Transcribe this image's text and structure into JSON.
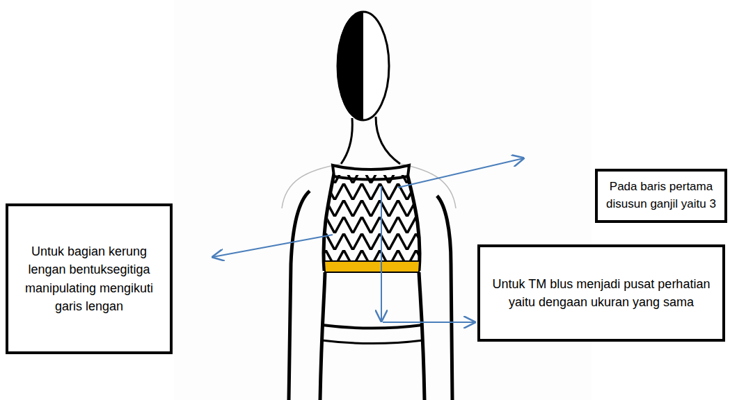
{
  "diagram": {
    "nodes": [
      {
        "text": [
          "Pada baris pertama disusun ganjil yaitu 3"
        ]
      },
      {
        "text": [
          "Untuk bagian kerung lengan bentuksegitiga manipulating mengikuti garis lengan"
        ]
      },
      {
        "text": [
          "Untuk TM blus menjadi pusat perhatian yaitu dengaan ukuran yang sama"
        ]
      }
    ]
  }
}
